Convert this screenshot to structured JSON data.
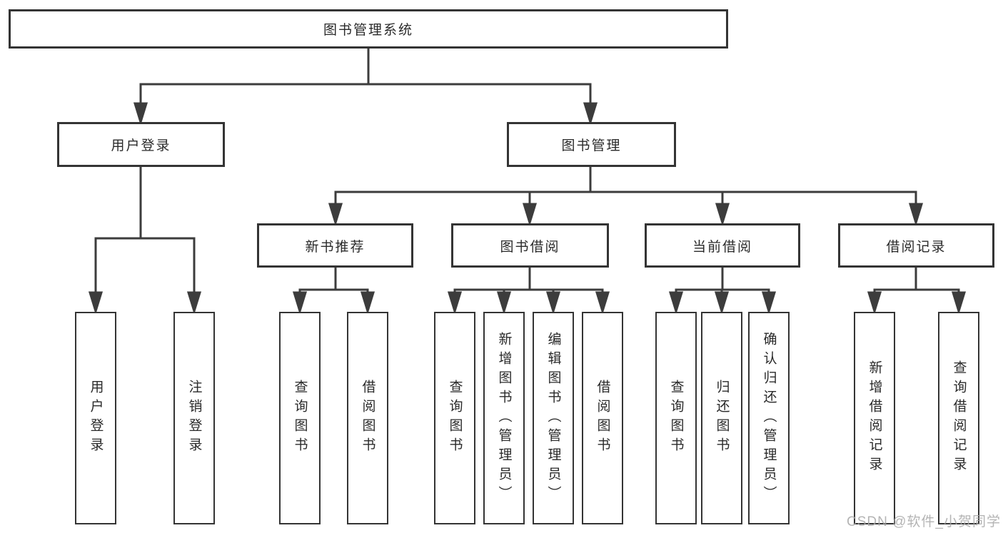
{
  "tree": {
    "label": "图书管理系统",
    "children": [
      {
        "label": "用户登录",
        "children": [
          {
            "label": "用户登录"
          },
          {
            "label": "注销登录"
          }
        ]
      },
      {
        "label": "图书管理",
        "children": [
          {
            "label": "新书推荐",
            "children": [
              {
                "label": "查询图书"
              },
              {
                "label": "借阅图书"
              }
            ]
          },
          {
            "label": "图书借阅",
            "children": [
              {
                "label": "查询图书"
              },
              {
                "label": "新增图书（管理员）"
              },
              {
                "label": "编辑图书（管理员）"
              },
              {
                "label": "借阅图书"
              }
            ]
          },
          {
            "label": "当前借阅",
            "children": [
              {
                "label": "查询图书"
              },
              {
                "label": "归还图书"
              },
              {
                "label": "确认归还（管理员）"
              }
            ]
          },
          {
            "label": "借阅记录",
            "children": [
              {
                "label": "新增借阅记录"
              },
              {
                "label": "查询借阅记录"
              }
            ]
          }
        ]
      }
    ]
  },
  "watermark": "CSDN @软件_小贺同学",
  "colors": {
    "line": "#3c3c3c",
    "box_border": "#343434",
    "text": "#2a2a2a",
    "watermark": "#a8a8a8",
    "background": "#ffffff"
  }
}
